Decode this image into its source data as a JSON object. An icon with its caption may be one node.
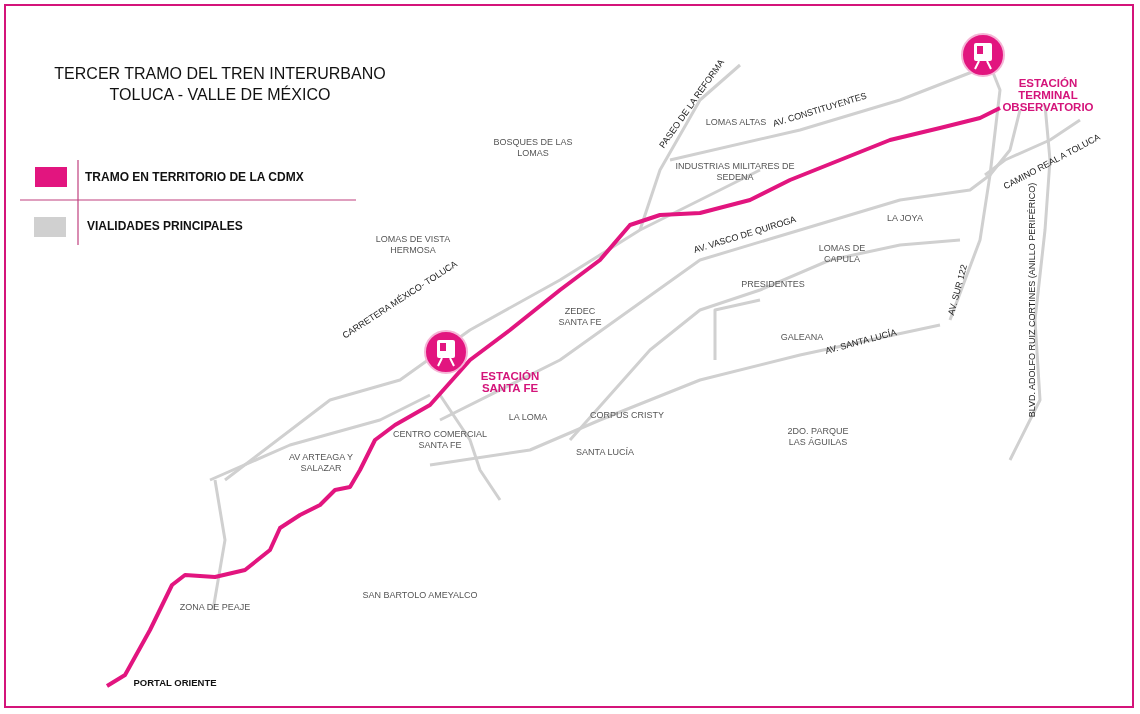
{
  "diagram": {
    "title": "TERCER TRAMO DEL TREN INTERURBANO TOLUCA - VALLE DE MÉXICO",
    "labels": [
      "PASEO DE LA REFORMA",
      "ESTACIÓN TERMINAL OBSERVATORIO",
      "LOMAS ALTAS",
      "AV. CONSTITUYENTES",
      "BOSQUES DE LAS LOMAS",
      "INDUSTRIAS MILITARES DE SEDENA",
      "CAMINO REAL A TOLUCA",
      "BLVD. ADOLFO RUIZ CORTINES (ANILLO PERIFÉRICO)",
      "LA JOYA",
      "AV. VASCO DE QUIROGA",
      "LOMAS DE VISTA HERMOSA",
      "LOMAS DE CAPULA",
      "PRESIDENTES",
      "AV. SUR 122",
      "CARRETERA MÉXICO- TOLUCA",
      "ZEDEC SANTA FE",
      "ESTACIÓN SANTA FE",
      "GALEANA",
      "AV. SANTA LUCÍA",
      "LA LOMA",
      "CORPUS CRISTY",
      "CENTRO COMERCIAL SANTA FE",
      "2DO. PARQUE LAS ÁGUILAS",
      "AV ARTEAGA Y SALAZAR",
      "SANTA LUCÍA",
      "SAN BARTOLO AMEYALCO",
      "ZONA DE PEAJE",
      "PORTAL ORIENTE"
    ],
    "legend": [
      {
        "text": "TRAMO EN TERRITORIO DE LA CDMX",
        "color": "#e2157f"
      },
      {
        "text": "VIALIDADES PRINCIPALES",
        "color": "#d0d0d0"
      }
    ]
  }
}
